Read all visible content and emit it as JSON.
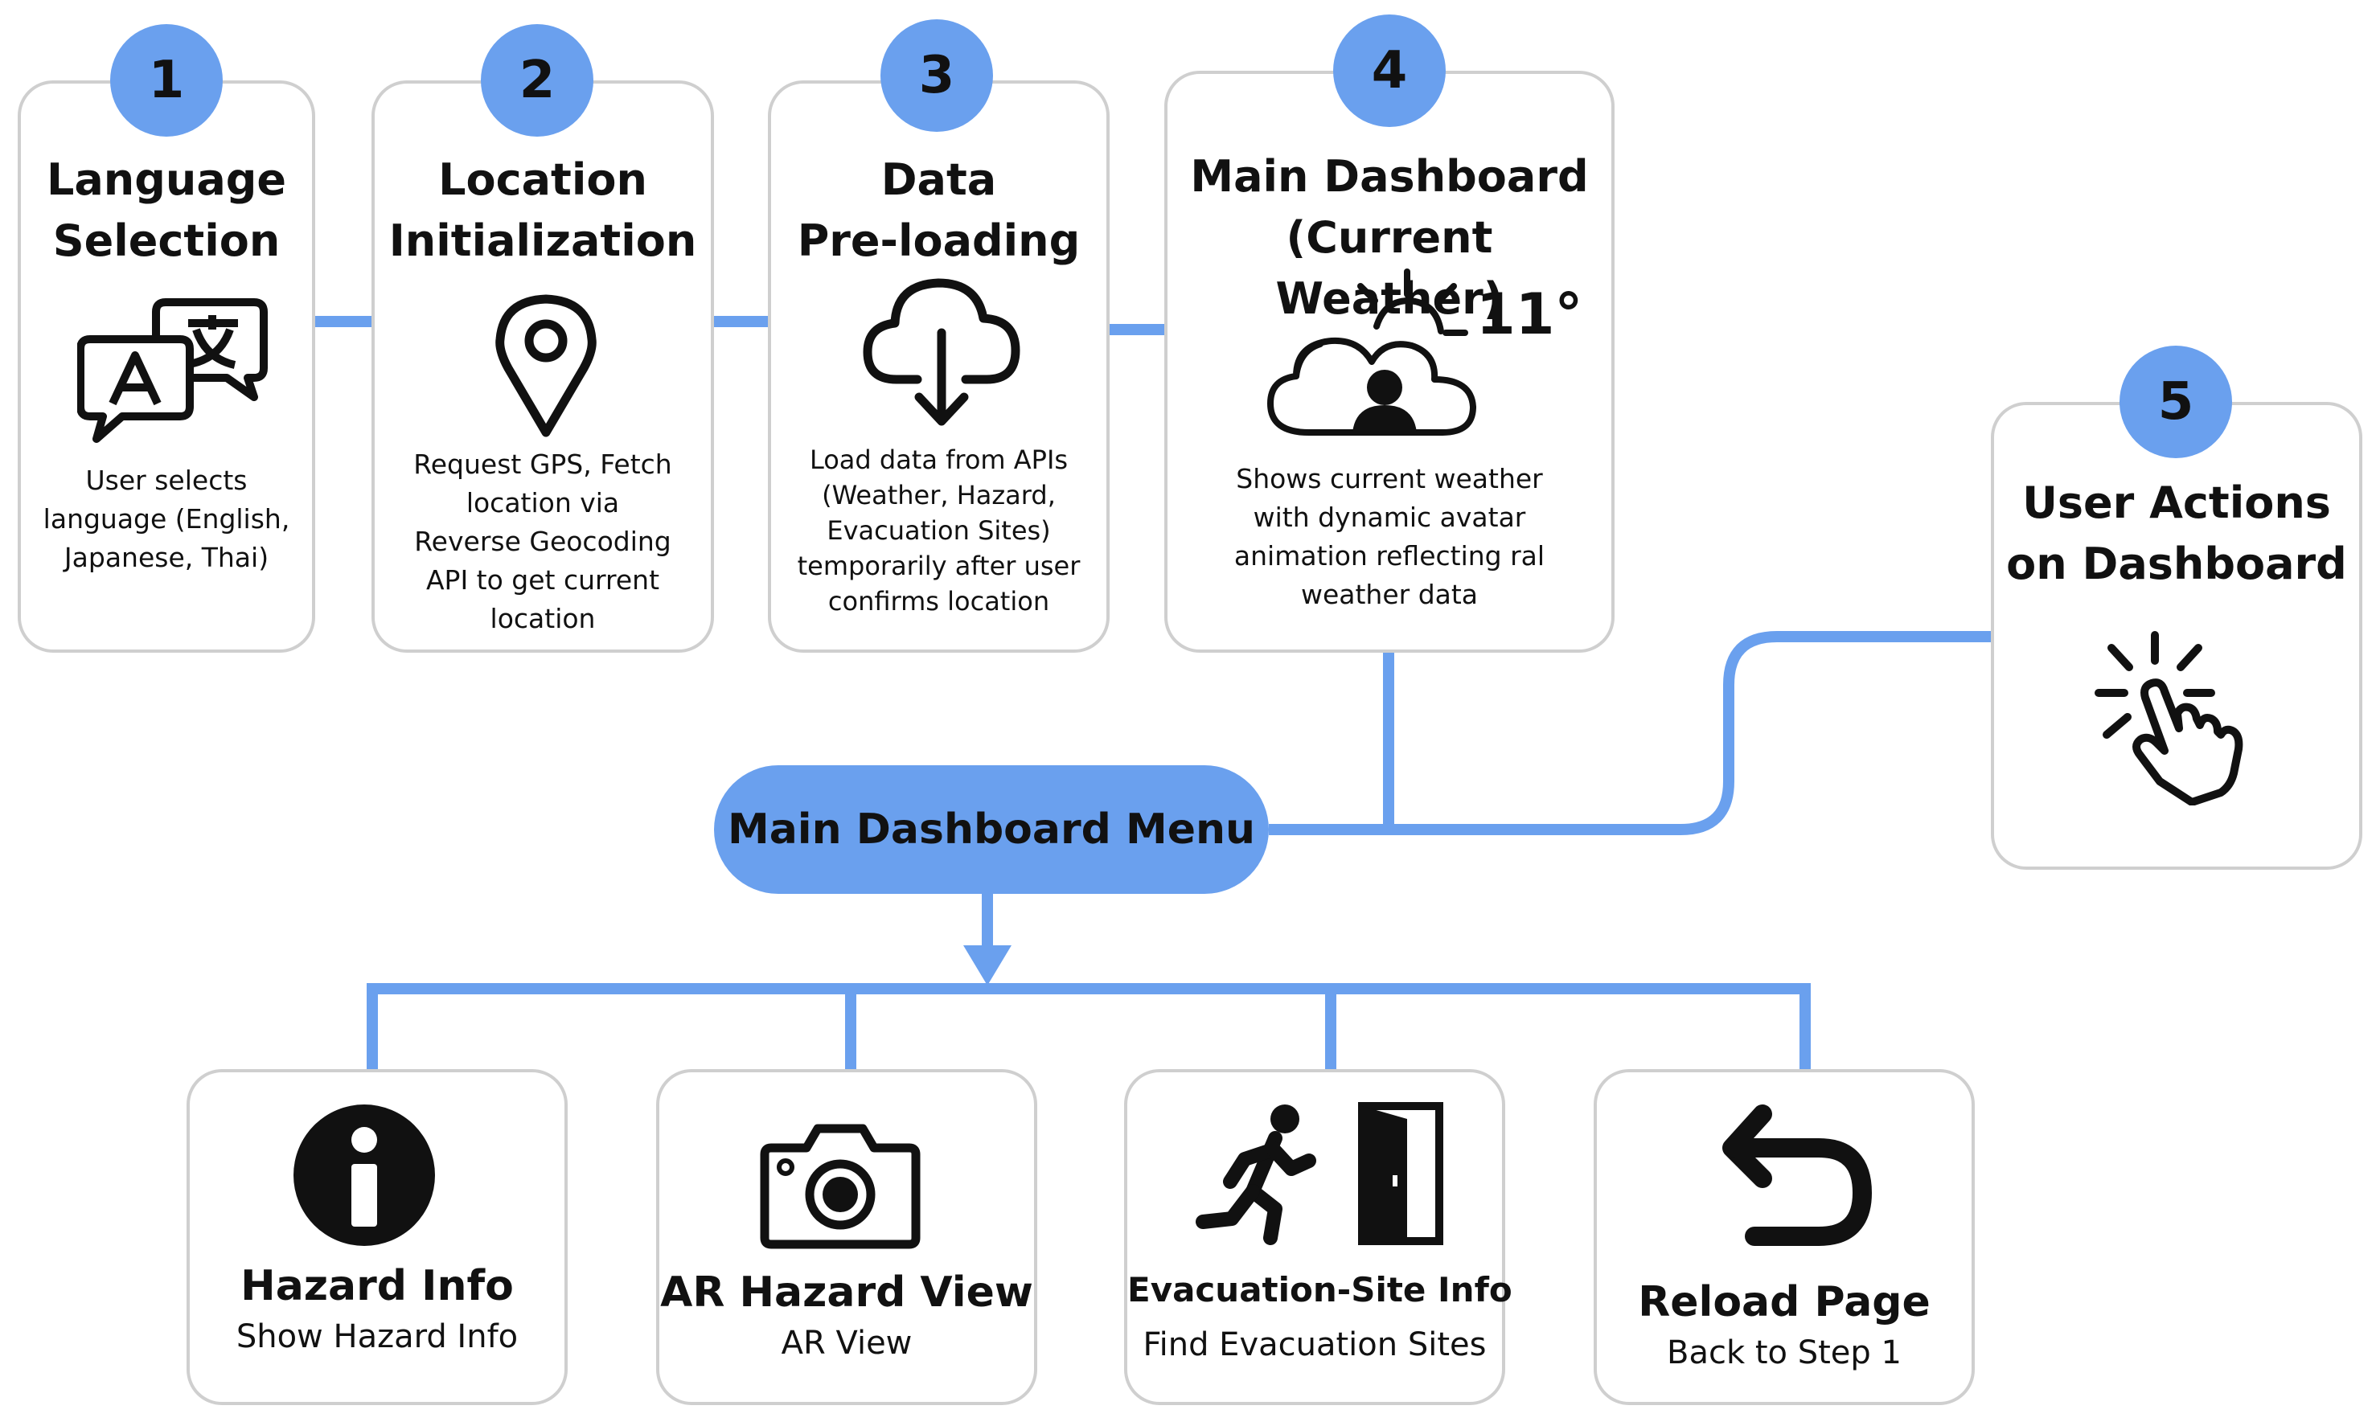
{
  "steps": [
    {
      "number": "1",
      "title": "Language\nSelection",
      "description": "User selects\nlanguage (English,\nJapanese, Thai)",
      "icon": "translate-icon"
    },
    {
      "number": "2",
      "title": "Location\nInitialization",
      "description": "Request GPS, Fetch\nlocation via\nReverse Geocoding\nAPI to get current\nlocation",
      "icon": "location-pin-icon"
    },
    {
      "number": "3",
      "title": "Data\nPre-loading",
      "description": "Load data from APIs\n(Weather, Hazard,\nEvacuation Sites)\ntemporarily after user\nconfirms location",
      "icon": "cloud-download-icon"
    },
    {
      "number": "4",
      "title": "Main Dashboard\n(Current Weather)",
      "description": "Shows current weather\nwith dynamic avatar\nanimation reflecting ral\nweather data",
      "icon": "weather-avatar-icon",
      "temperature": "11°"
    },
    {
      "number": "5",
      "title": "User Actions\non Dashboard",
      "icon": "tap-hand-icon"
    }
  ],
  "menu": {
    "label": "Main Dashboard Menu"
  },
  "options": [
    {
      "title": "Hazard Info",
      "subtitle": "Show Hazard Info",
      "icon": "info-icon"
    },
    {
      "title": "AR Hazard View",
      "subtitle": "AR View",
      "icon": "camera-icon"
    },
    {
      "title": "Evacuation-Site Info",
      "subtitle": "Find Evacuation Sites",
      "icon": "running-person-door-icon"
    },
    {
      "title": "Reload Page",
      "subtitle": "Back to Step 1",
      "icon": "undo-arrow-icon"
    }
  ],
  "colors": {
    "accent": "#6aa0ee",
    "card_border": "#cfcfcf",
    "text": "#111111"
  }
}
